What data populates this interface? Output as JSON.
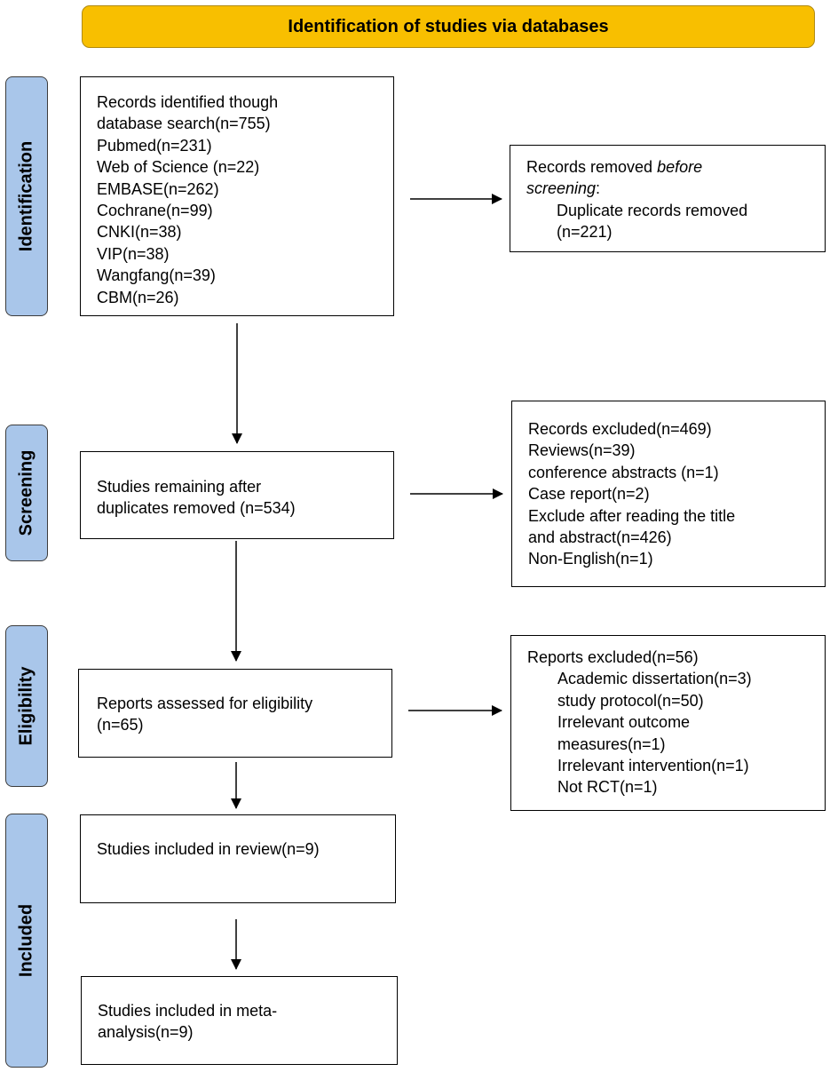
{
  "header": {
    "title": "Identification of studies via databases"
  },
  "phases": {
    "identification": "Identification",
    "screening": "Screening",
    "eligibility": "Eligibility",
    "included": "Included"
  },
  "identified": {
    "lines": [
      "Records identified though",
      "database search(n=755)",
      "Pubmed(n=231)",
      "Web of Science (n=22)",
      "EMBASE(n=262)",
      "Cochrane(n=99)",
      "CNKI(n=38)",
      "VIP(n=38)",
      "Wangfang(n=39)",
      "CBM(n=26)"
    ]
  },
  "removed_before": {
    "line1": "Records removed ",
    "line1_em": "before",
    "line2_em": "screening",
    "line2_tail": ":",
    "line3": "Duplicate records removed",
    "line4": "(n=221)"
  },
  "screened": {
    "line1": "Studies remaining after",
    "line2": "duplicates removed (n=534)"
  },
  "excluded_records": {
    "lines": [
      "Records excluded(n=469)",
      "Reviews(n=39)",
      "conference abstracts (n=1)",
      "Case report(n=2)",
      "Exclude after reading the title",
      "and abstract(n=426)",
      "Non-English(n=1)"
    ]
  },
  "eligibility_box": {
    "line1": "Reports assessed for eligibility",
    "line2": "(n=65)"
  },
  "reports_excluded": {
    "heading": "Reports excluded(n=56)",
    "items": [
      "Academic dissertation(n=3)",
      "study protocol(n=50)",
      "Irrelevant outcome",
      "measures(n=1)",
      "Irrelevant intervention(n=1)",
      "Not RCT(n=1)"
    ]
  },
  "included_review": {
    "line1": "Studies included in review(n=9)"
  },
  "included_meta": {
    "line1": "Studies included in meta-",
    "line2": "analysis(n=9)"
  }
}
